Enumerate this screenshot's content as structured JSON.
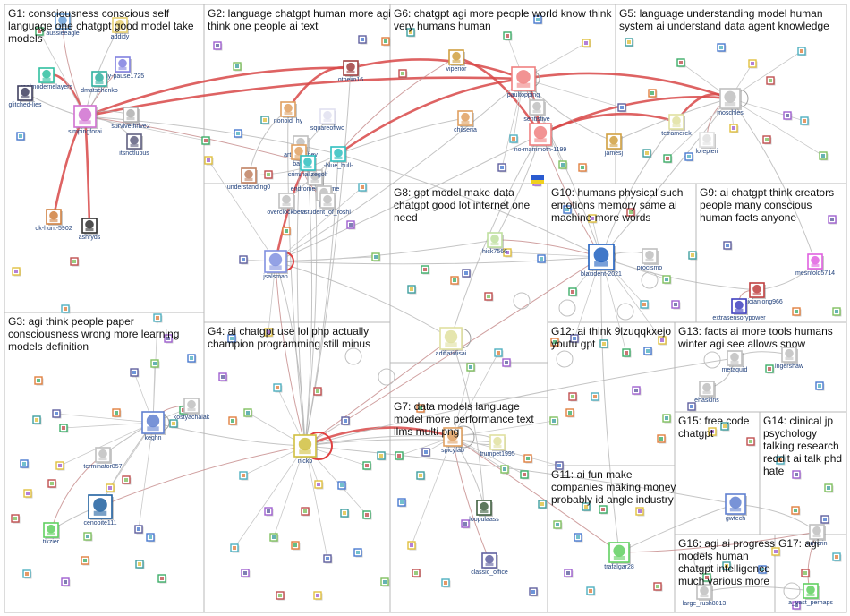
{
  "groups": [
    {
      "id": "G1",
      "lines": [
        "G1: consciousness conscious self",
        "language one chatgpt good model take",
        "models"
      ]
    },
    {
      "id": "G2",
      "lines": [
        "G2: language chatgpt human more agi",
        "think one people ai text"
      ]
    },
    {
      "id": "G6",
      "lines": [
        "G6: chatgpt agi more people world know think",
        "very humans human"
      ]
    },
    {
      "id": "G5",
      "lines": [
        "G5: language understanding model human",
        "system ai understand data agent knowledge"
      ]
    },
    {
      "id": "G8",
      "lines": [
        "G8: gpt model make data",
        "chatgpt good lot internet one",
        "need"
      ]
    },
    {
      "id": "G10",
      "lines": [
        "G10: humans physical such",
        "emotions memory same ai",
        "machine more words"
      ]
    },
    {
      "id": "G9",
      "lines": [
        "G9: ai chatgpt think creators",
        "people many conscious",
        "human facts anyone"
      ]
    },
    {
      "id": "G3",
      "lines": [
        "G3: agi think people paper",
        "consciousness wrong more learning",
        "models definition"
      ]
    },
    {
      "id": "G4",
      "lines": [
        "G4: ai chatgpt use lol php actually",
        "champion programming still minus"
      ]
    },
    {
      "id": "G12",
      "lines": [
        "G12: ai think 9lzuqqkxejo",
        "youtu gpt"
      ]
    },
    {
      "id": "G13",
      "lines": [
        "G13: facts ai more tools humans",
        "winter agi see allows snow"
      ]
    },
    {
      "id": "G7",
      "lines": [
        "G7: data models language",
        "model more performance text",
        "llms multi png"
      ]
    },
    {
      "id": "G15",
      "lines": [
        "G15: free code",
        "chatgpt"
      ]
    },
    {
      "id": "G14",
      "lines": [
        "G14: clinical jp",
        "psychology",
        "talking research",
        "reddit ai talk phd",
        "hate"
      ]
    },
    {
      "id": "G11",
      "lines": [
        "G11: ai fun make",
        "companies making money",
        "probably id angle industry"
      ]
    },
    {
      "id": "G16",
      "lines": [
        "G16: agi ai progress",
        "models human",
        "chatgpt intelligence",
        "much various more"
      ]
    },
    {
      "id": "G17",
      "lines": [
        "G17: agi"
      ]
    }
  ],
  "nodes": [
    {
      "label": "aussieeagle",
      "color": "#6aa0d8"
    },
    {
      "label": "addidy",
      "color": "#e8d070"
    },
    {
      "label": "any-pause1725",
      "color": "#8080e0"
    },
    {
      "label": "dmatschenko",
      "color": "#30b0a0"
    },
    {
      "label": "realmodernelayers",
      "color": "#30c0a0"
    },
    {
      "label": "glitched-lies",
      "color": "#404060"
    },
    {
      "label": "survivethrive2",
      "color": "#b0b0b0"
    },
    {
      "label": "simpingforai",
      "color": "#d070d0"
    },
    {
      "label": "itsnotlupus",
      "color": "#606080"
    },
    {
      "label": "ok-hunt-5902",
      "color": "#d08040"
    },
    {
      "label": "ashryds",
      "color": "#303030"
    },
    {
      "label": "otheiio16",
      "color": "#a04040"
    },
    {
      "label": "nonoid_hy",
      "color": "#e0a060"
    },
    {
      "label": "squareoftwo",
      "color": "#e0e0f0"
    },
    {
      "label": "artsybashev",
      "color": "#c0c0c0"
    },
    {
      "label": "batu",
      "color": "#e0a060"
    },
    {
      "label": "-blue_bull-",
      "color": "#30c0c0"
    },
    {
      "label": "understanding0",
      "color": "#c08060"
    },
    {
      "label": "endromedaanime",
      "color": "#c0c0c0"
    },
    {
      "label": "lb-x",
      "color": "#c0c0c0"
    },
    {
      "label": "overclockbeta",
      "color": "#c0c0c0"
    },
    {
      "label": "student_of_roshi",
      "color": "#c0c0c0"
    },
    {
      "label": "criminalizegolf",
      "color": "#30c0c0"
    },
    {
      "label": "jsalsman",
      "color": "#8090e0"
    },
    {
      "label": "viperior",
      "color": "#d0a040"
    },
    {
      "label": "chilseria",
      "color": "#e0a060"
    },
    {
      "label": "paultopping",
      "color": "#f08080"
    },
    {
      "label": "sentistive",
      "color": "#c0c0c0"
    },
    {
      "label": "no-mammoth-1199",
      "color": "#f08080"
    },
    {
      "label": "jamesj",
      "color": "#d0a040"
    },
    {
      "label": "moschles",
      "color": "#c0c0c0"
    },
    {
      "label": "tetramerek",
      "color": "#e0e0a0"
    },
    {
      "label": "lorepieri",
      "color": "#e0e0e0"
    },
    {
      "label": "hick7566",
      "color": "#c0e0a0"
    },
    {
      "label": "blaxident-2021",
      "color": "#2060c0"
    },
    {
      "label": "procismo",
      "color": "#c0c0c0"
    },
    {
      "label": "mesnfold5714",
      "color": "#e060e0"
    },
    {
      "label": "statisticianlong966",
      "color": "#c04040"
    },
    {
      "label": "extrasensorypower",
      "color": "#4040c0"
    },
    {
      "label": "adiflatidisai",
      "color": "#e0e0a0"
    },
    {
      "label": "metaquid",
      "color": "#c0c0c0"
    },
    {
      "label": "ehaskins",
      "color": "#c0c0c0"
    },
    {
      "label": "lngershaw",
      "color": "#c0c0c0"
    },
    {
      "label": "kostyachalak",
      "color": "#c0c0c0"
    },
    {
      "label": "keghn",
      "color": "#6080d0"
    },
    {
      "label": "terminator857",
      "color": "#c0c0c0"
    },
    {
      "label": "cenobite111",
      "color": "#2060a0"
    },
    {
      "label": "tikzier",
      "color": "#60d060"
    },
    {
      "label": "nickb",
      "color": "#d0c040"
    },
    {
      "label": "trumpet1995",
      "color": "#e0e0a0"
    },
    {
      "label": "spicyfab",
      "color": "#e0a060"
    },
    {
      "label": "loopulaass",
      "color": "#406040"
    },
    {
      "label": "classic_office",
      "color": "#6060a0"
    },
    {
      "label": "trafalgar28",
      "color": "#60d060"
    },
    {
      "label": "gwtech",
      "color": "#6080d0"
    },
    {
      "label": "enverin",
      "color": "#c0c0c0"
    },
    {
      "label": "large_rush8013",
      "color": "#c0c0c0"
    },
    {
      "label": "a_vast_perhaps",
      "color": "#60d060"
    }
  ]
}
